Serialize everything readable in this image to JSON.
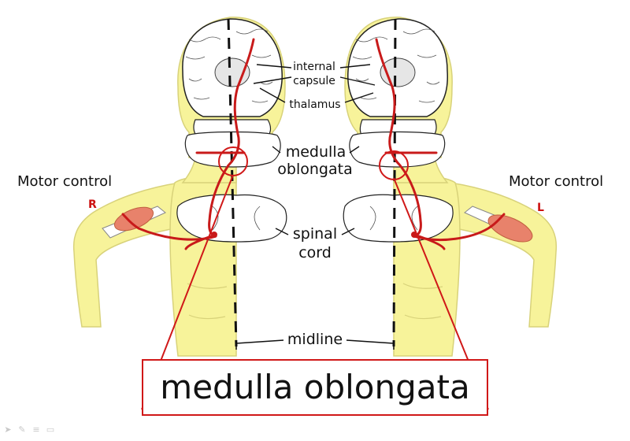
{
  "labels": {
    "internal": "internal",
    "capsule": "capsule",
    "thalamus": "thalamus",
    "medulla": "medulla",
    "oblongata": "oblongata",
    "spinal": "spinal",
    "cord": "cord",
    "midline": "midline",
    "motor_left": "Motor control",
    "motor_right": "Motor control",
    "side_r": "R",
    "side_l": "L"
  },
  "callout": "medulla oblongata",
  "colors": {
    "skin": "#f7f39a",
    "skin_outline": "#d8d27a",
    "pathway": "#c81a1a",
    "box": "#d01818",
    "muscle": "#e8826b",
    "brain_bg": "#ffffff",
    "midline": "#111111"
  },
  "toolbar_icons": [
    "arrow-icon",
    "pen-icon",
    "menu-icon",
    "screen-icon"
  ]
}
